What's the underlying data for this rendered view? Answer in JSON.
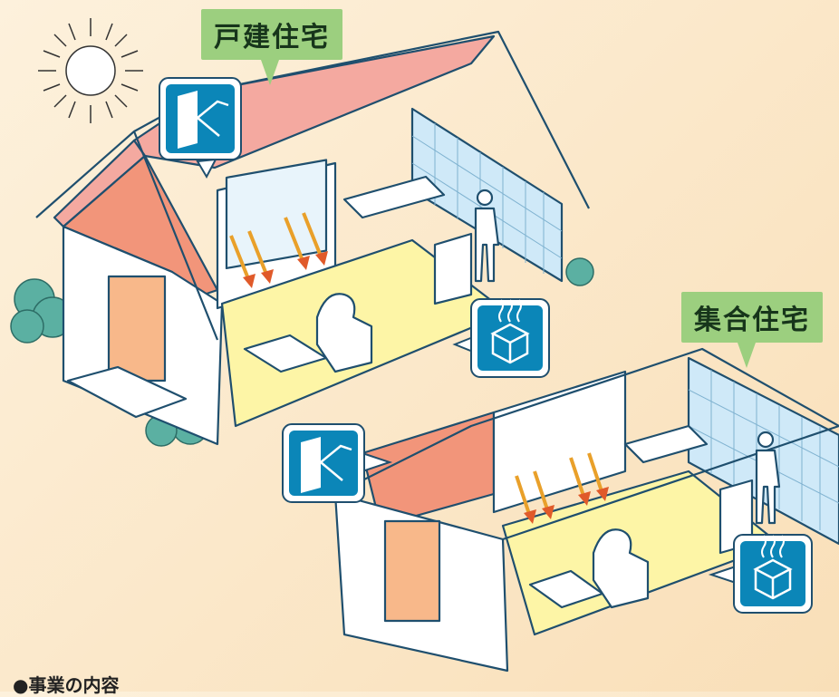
{
  "labels": {
    "house": "戸建住宅",
    "apartment": "集合住宅"
  },
  "section_heading": "●事業の内容",
  "icons": [
    "sun-icon",
    "insulation-panel-icon",
    "heating-box-icon",
    "bush-icon",
    "person-icon"
  ],
  "colors": {
    "background": "#fbe7c6",
    "label_green": "#9ccf7f",
    "roof_pink": "#f4a9a0",
    "insulation_orange": "#f2957a",
    "floor_yellow": "#fdf5a6",
    "tile_blue": "#cfe9f8",
    "icon_blue": "#0b86b8",
    "bush_green": "#5bb0a2",
    "door_orange": "#f8b88a"
  }
}
